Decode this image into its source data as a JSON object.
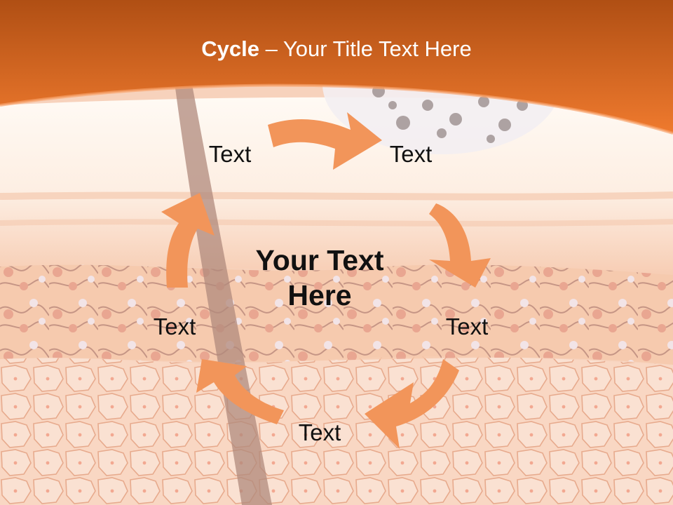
{
  "slide": {
    "title_bold": "Cycle",
    "title_rest": " – Your Title Text Here",
    "center_text_line1": "Your Text",
    "center_text_line2": "Here"
  },
  "cycle": {
    "labels": [
      "Text",
      "Text",
      "Text",
      "Text",
      "Text"
    ]
  },
  "colors": {
    "header_orange": "#e9712b",
    "arrow_orange": "#f2955a",
    "skin_light": "#fdf1e7",
    "skin_mid": "#f6c4a6"
  }
}
